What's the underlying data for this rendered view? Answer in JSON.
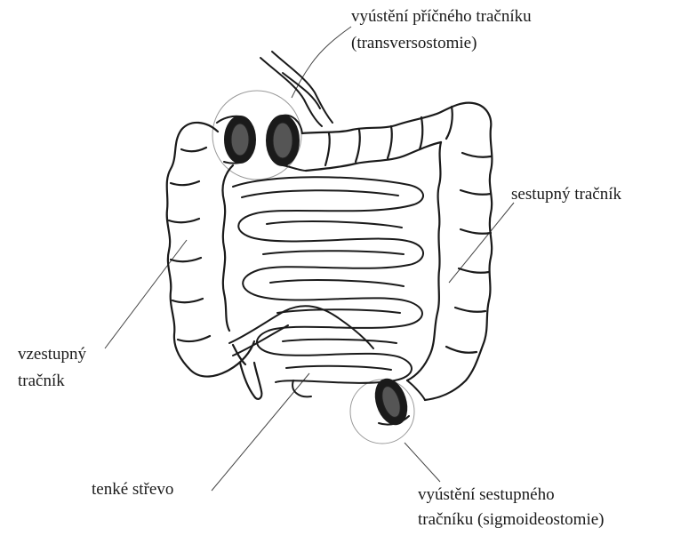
{
  "labels": {
    "transverse_stoma": {
      "line1": "vyústění příčného tračníku",
      "line2": "(transversostomie)"
    },
    "descending_colon": "sestupný tračník",
    "ascending_colon": {
      "line1": "vzestupný",
      "line2": "tračník"
    },
    "small_intestine": "tenké střevo",
    "sigmoid_stoma": {
      "line1": "vyústění sestupného",
      "line2": "tračníku (sigmoideostomie)"
    }
  }
}
